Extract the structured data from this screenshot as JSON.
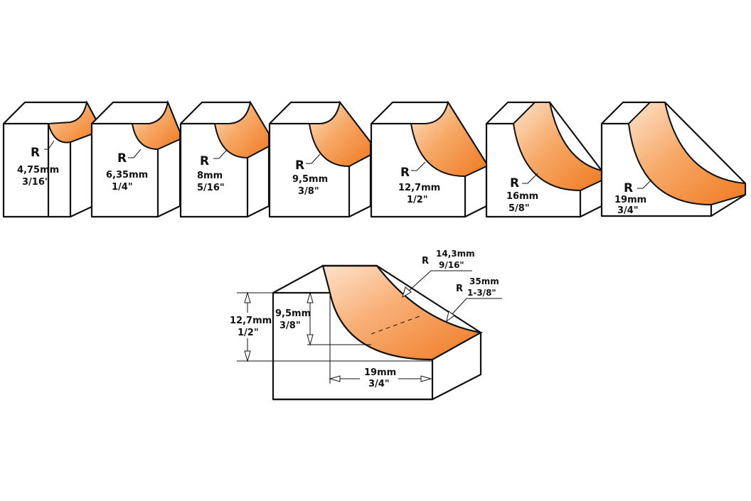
{
  "profiles": [
    {
      "r": "R",
      "mm": "4,75mm",
      "inch": "3/16\""
    },
    {
      "r": "R",
      "mm": "6,35mm",
      "inch": "1/4\""
    },
    {
      "r": "R",
      "mm": "8mm",
      "inch": "5/16\""
    },
    {
      "r": "R",
      "mm": "9,5mm",
      "inch": "3/8\""
    },
    {
      "r": "R",
      "mm": "12,7mm",
      "inch": "1/2\""
    },
    {
      "r": "R",
      "mm": "16mm",
      "inch": "5/8\""
    },
    {
      "r": "R",
      "mm": "19mm",
      "inch": "3/4\""
    }
  ],
  "detail": {
    "radius_upper": {
      "r": "R",
      "mm": "14,3mm",
      "inch": "9/16\""
    },
    "radius_lower": {
      "r": "R",
      "mm": "35mm",
      "inch": "1-3/8\""
    },
    "height_total": {
      "mm": "12,7mm",
      "inch": "1/2\""
    },
    "height_cut": {
      "mm": "9,5mm",
      "inch": "3/8\""
    },
    "width_cut": {
      "mm": "19mm",
      "inch": "3/4\""
    }
  },
  "colors": {
    "cut_light": "#fde3cc",
    "cut_mid": "#f7a968",
    "cut_dark": "#ef7a22",
    "outline": "#111111"
  }
}
